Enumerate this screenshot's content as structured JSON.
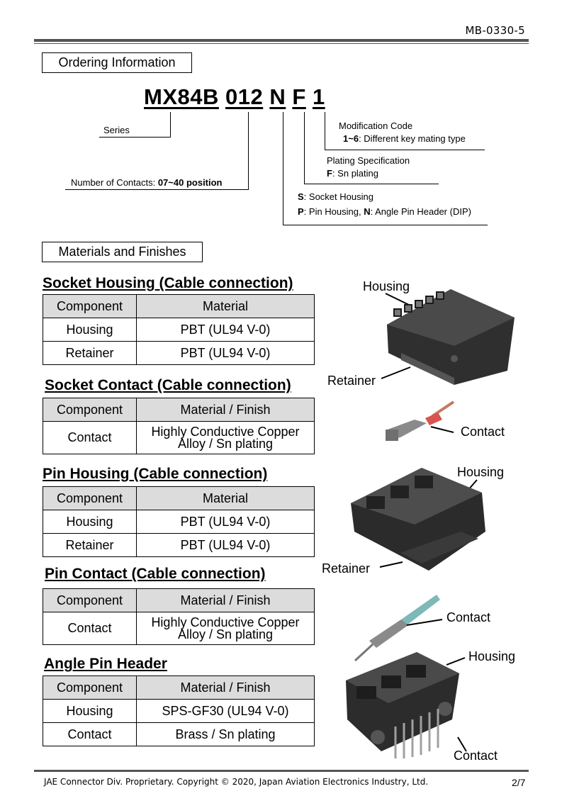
{
  "header": {
    "doc_id": "MB-0330-5"
  },
  "ordering": {
    "heading": "Ordering Information",
    "part_number": {
      "series": "MX84B",
      "contacts": "012",
      "housing": "N",
      "plating": "F",
      "mod": "1"
    },
    "series_label": "Series",
    "contacts_label": "Number of Contacts: ",
    "contacts_value": "07~40 position",
    "housing_line1_key": "S",
    "housing_line1_text": ": Socket Housing",
    "housing_line2_key1": "P",
    "housing_line2_text1": ": Pin Housing, ",
    "housing_line2_key2": "N",
    "housing_line2_text2": ": Angle Pin Header (DIP)",
    "plating_title": "Plating Specification",
    "plating_key": "F",
    "plating_text": ": Sn plating",
    "mod_title": "Modification Code",
    "mod_key": "1~6",
    "mod_text": ": Different key mating type"
  },
  "materials": {
    "heading": "Materials and Finishes",
    "sections": [
      {
        "title": "Socket Housing (Cable connection)",
        "col1": "Component",
        "col2": "Material",
        "rows": [
          [
            "Housing",
            "PBT (UL94 V-0)"
          ],
          [
            "Retainer",
            "PBT (UL94 V-0)"
          ]
        ]
      },
      {
        "title": "Socket Contact (Cable connection)",
        "col1": "Component",
        "col2": "Material / Finish",
        "rows": [
          [
            "Contact",
            "Highly Conductive Copper",
            "Alloy / Sn plating"
          ]
        ]
      },
      {
        "title": "Pin Housing (Cable connection)",
        "col1": "Component",
        "col2": "Material",
        "rows": [
          [
            "Housing",
            "PBT (UL94 V-0)"
          ],
          [
            "Retainer",
            "PBT (UL94 V-0)"
          ]
        ]
      },
      {
        "title": "Pin Contact (Cable connection)",
        "col1": "Component",
        "col2": "Material / Finish",
        "rows": [
          [
            "Contact",
            "Highly Conductive Copper",
            "Alloy / Sn plating"
          ]
        ]
      },
      {
        "title": "Angle Pin Header",
        "col1": "Component",
        "col2": "Material / Finish",
        "rows": [
          [
            "Housing",
            "SPS-GF30 (UL94 V-0)"
          ],
          [
            "Contact",
            "Brass / Sn plating"
          ]
        ]
      }
    ]
  },
  "captions": {
    "socket_housing": "Housing",
    "socket_retainer": "Retainer",
    "socket_contact": "Contact",
    "pin_housing": "Housing",
    "pin_retainer": "Retainer",
    "pin_contact": "Contact",
    "header_housing": "Housing",
    "header_contact": "Contact"
  },
  "footer": {
    "copyright": "JAE Connector Div. Proprietary. Copyright © 2020, Japan Aviation Electronics Industry, Ltd.",
    "page": "2/7"
  }
}
